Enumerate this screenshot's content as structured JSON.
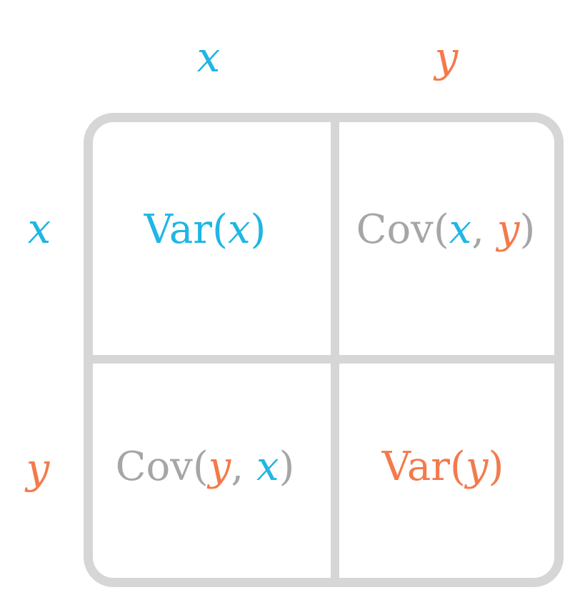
{
  "colors": {
    "x": "#1fb6e4",
    "y": "#f37a4c",
    "neutral": "#a6a6a6",
    "grid": "#d6d6d6"
  },
  "column_labels": [
    "x",
    "y"
  ],
  "row_labels": [
    "x",
    "y"
  ],
  "cells": {
    "var_x": {
      "func": "Var",
      "open": "(",
      "arg1": "x",
      "close": ")"
    },
    "cov_xy": {
      "func": "Cov",
      "open": "(",
      "arg1": "x",
      "sep": ",",
      "arg2": "y",
      "close": ")"
    },
    "cov_yx": {
      "func": "Cov",
      "open": "(",
      "arg1": "y",
      "sep": ",",
      "arg2": "x",
      "close": ")"
    },
    "var_y": {
      "func": "Var",
      "open": "(",
      "arg1": "y",
      "close": ")"
    }
  }
}
